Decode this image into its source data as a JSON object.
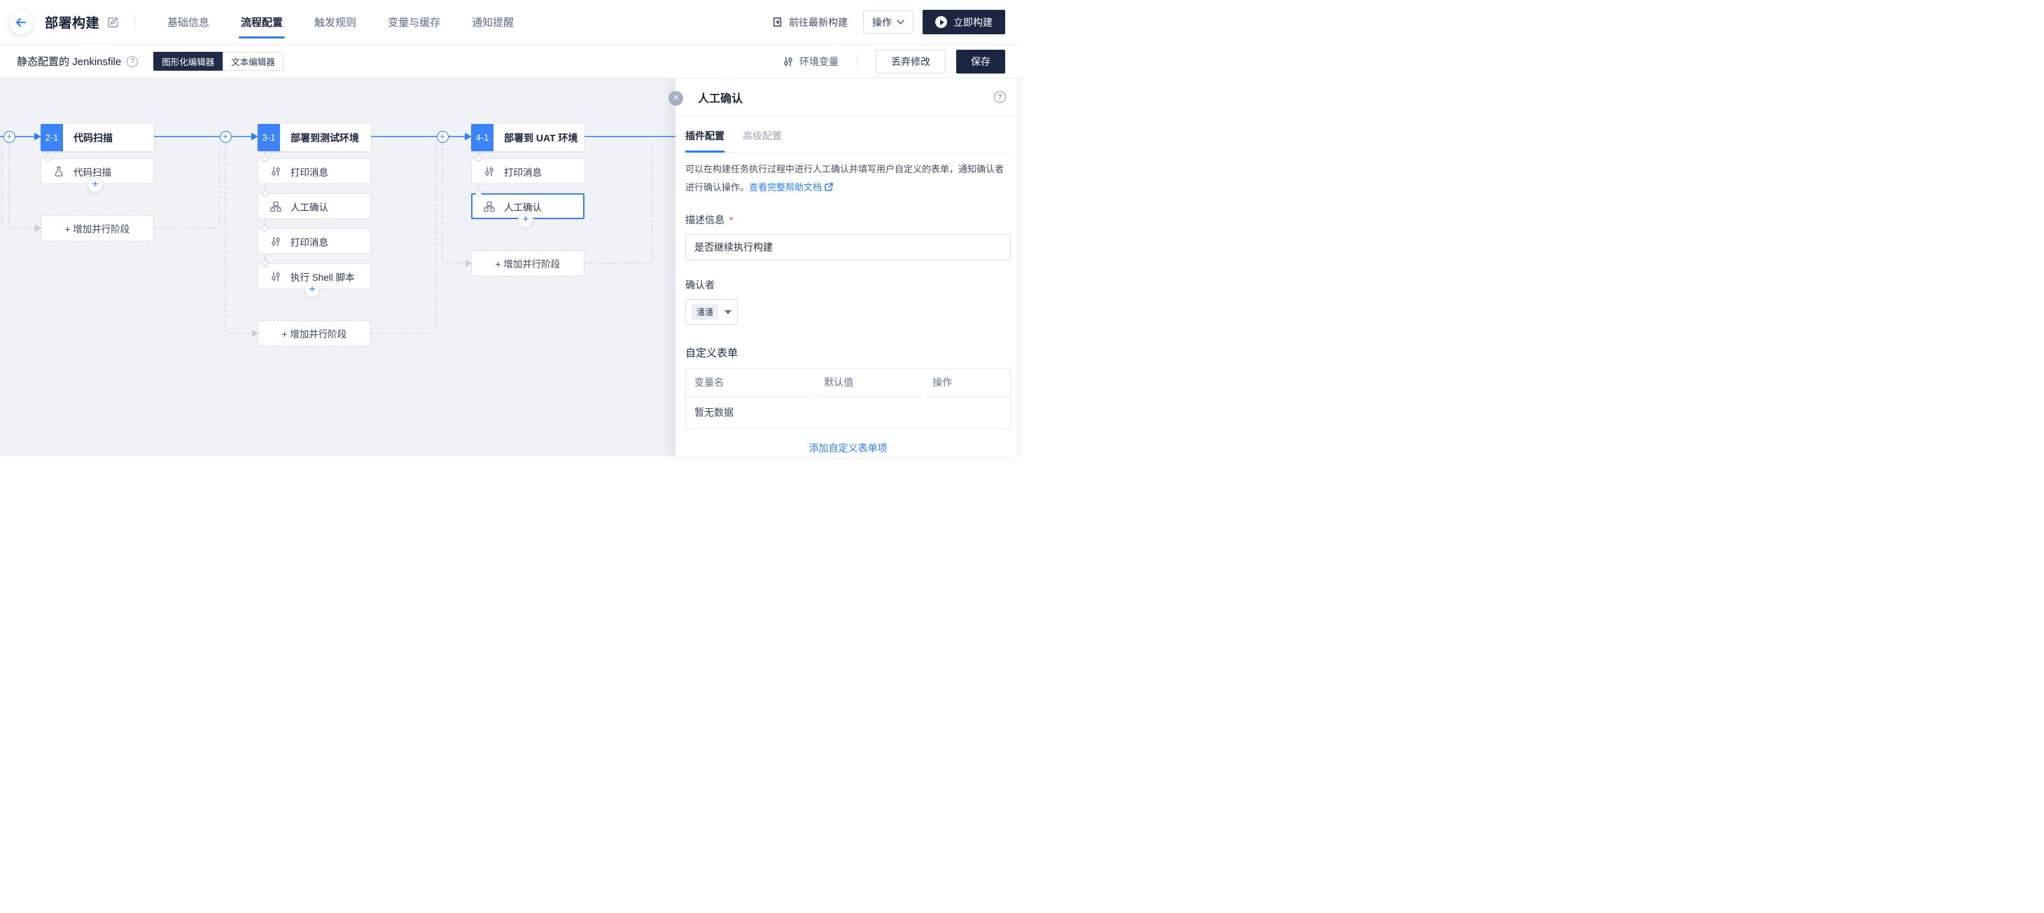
{
  "header": {
    "title": "部署构建",
    "tabs": [
      {
        "label": "基础信息",
        "active": false
      },
      {
        "label": "流程配置",
        "active": true
      },
      {
        "label": "触发规则",
        "active": false
      },
      {
        "label": "变量与缓存",
        "active": false
      },
      {
        "label": "通知提醒",
        "active": false
      }
    ],
    "goto_latest": "前往最新构建",
    "actions_label": "操作",
    "build_now": "立即构建"
  },
  "toolbar": {
    "mode_label": "静态配置的 Jenkinsfile",
    "graphic_editor": "图形化编辑器",
    "text_editor": "文本编辑器",
    "env_vars": "环境变量",
    "discard": "丢弃修改",
    "save": "保存"
  },
  "canvas": {
    "add_parallel_label": "+ 增加并行阶段",
    "stages": [
      {
        "badge": "2-1",
        "title": "代码扫描",
        "nodes": [
          {
            "icon": "flask",
            "label": "代码扫描",
            "selected": false
          }
        ]
      },
      {
        "badge": "3-1",
        "title": "部署到测试环境",
        "nodes": [
          {
            "icon": "sliders",
            "label": "打印消息",
            "selected": false
          },
          {
            "icon": "org",
            "label": "人工确认",
            "selected": false
          },
          {
            "icon": "sliders",
            "label": "打印消息",
            "selected": false
          },
          {
            "icon": "sliders",
            "label": "执行 Shell 脚本",
            "selected": false
          }
        ]
      },
      {
        "badge": "4-1",
        "title": "部署到 UAT 环境",
        "nodes": [
          {
            "icon": "sliders",
            "label": "打印消息",
            "selected": false
          },
          {
            "icon": "org",
            "label": "人工确认",
            "selected": true
          }
        ]
      }
    ]
  },
  "panel": {
    "title": "人工确认",
    "close_glyph": "✕",
    "help_glyph": "?",
    "tabs": [
      {
        "label": "插件配置",
        "active": true
      },
      {
        "label": "高级配置",
        "active": false
      }
    ],
    "description": "可以在构建任务执行过程中进行人工确认并填写用户自定义的表单，通知确认者进行确认操作。",
    "help_link": "查看完整帮助文档",
    "fields": {
      "desc_label": "描述信息",
      "desc_required": "*",
      "desc_value": "是否继续执行构建",
      "confirmer_label": "确认者",
      "confirmer_tag": "潘潘",
      "form_label": "自定义表单"
    },
    "table": {
      "columns": [
        "变量名",
        "默认值",
        "操作"
      ],
      "empty": "暂无数据"
    },
    "add_form_item": "添加自定义表单项"
  },
  "colors": {
    "accent": "#2d7ff9",
    "badge_blue": "#3c82f8",
    "dark_button": "#1b2642"
  }
}
